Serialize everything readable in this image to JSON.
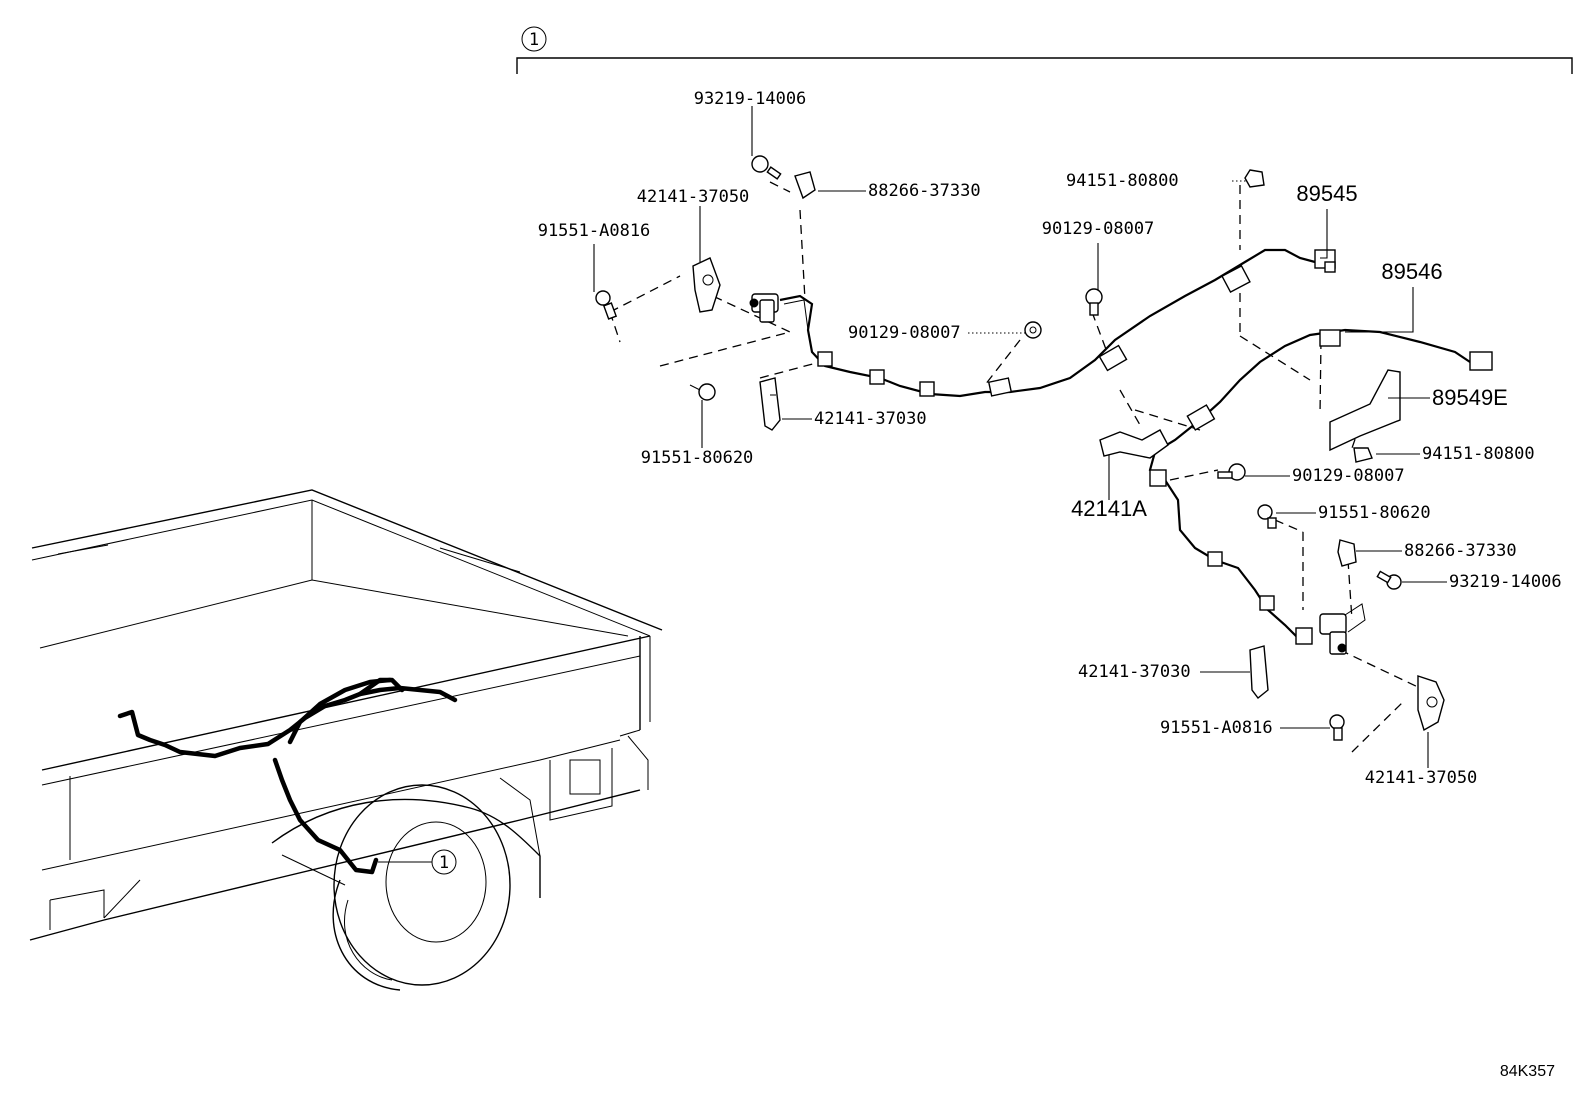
{
  "diagram": {
    "group_callout": "1",
    "truck_callout": "1",
    "labels": {
      "p93219_14006_a": "93219-14006",
      "p88266_37330_a": "88266-37330",
      "p42141_37050_a": "42141-37050",
      "p91551_A0816_a": "91551-A0816",
      "p90129_08007_a": "90129-08007",
      "p90129_08007_b": "90129-08007",
      "p42141_37030_a": "42141-37030",
      "p91551_80620_a": "91551-80620",
      "p94151_80800_a": "94151-80800",
      "p89545": "89545",
      "p89546": "89546",
      "p89549E": "89549E",
      "p94151_80800_b": "94151-80800",
      "p90129_08007_c": "90129-08007",
      "p42141A": "42141A",
      "p91551_80620_b": "91551-80620",
      "p88266_37330_b": "88266-37330",
      "p93219_14006_b": "93219-14006",
      "p42141_37030_b": "42141-37030",
      "p91551_A0816_b": "91551-A0816",
      "p42141_37050_b": "42141-37050"
    },
    "diagram_code": "84K357"
  }
}
